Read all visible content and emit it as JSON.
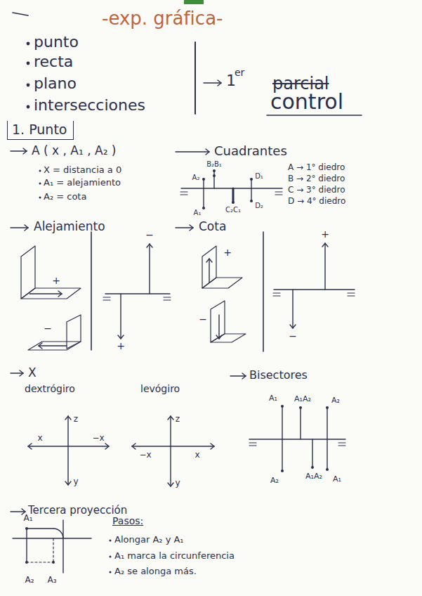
{
  "diagram": {
    "title": "-exp. gráfica-",
    "nodes": [
      {
        "text": [
          "1. Punto"
        ]
      }
    ],
    "labels": [
      "punto",
      "recta",
      "plano",
      "intersecciones",
      "1",
      "er",
      "parcial",
      "control",
      "A ( x , A₁ , A₂ )",
      "X = distancia a 0",
      "A₁ = alejamiento",
      "A₂ = cota",
      "Cuadrantes",
      "A₂",
      "B₂B₁",
      "D₁",
      "A₁",
      "C₂C₁",
      "D₂",
      "A → 1° diedro",
      "B → 2° diedro",
      "C → 3° diedro",
      "D → 4° diedro",
      "Alejamiento",
      "+",
      "−",
      "−",
      "+",
      "Cota",
      "+",
      "−",
      "+",
      "−",
      "X",
      "dextrógiro",
      "levógiro",
      "Bisectores",
      "z",
      "x",
      "−x",
      "y",
      "z",
      "−x",
      "x",
      "y",
      "A₁",
      "A₁A₂",
      "A₂",
      "A₂",
      "A₁A₂",
      "A₁",
      "Tercera proyección",
      "A₁",
      "A₂",
      "A₃",
      "Pasos:",
      "Alongar A₂ y A₁",
      "A₁ marca la circunferencia",
      "A₂ se alonga más."
    ]
  }
}
